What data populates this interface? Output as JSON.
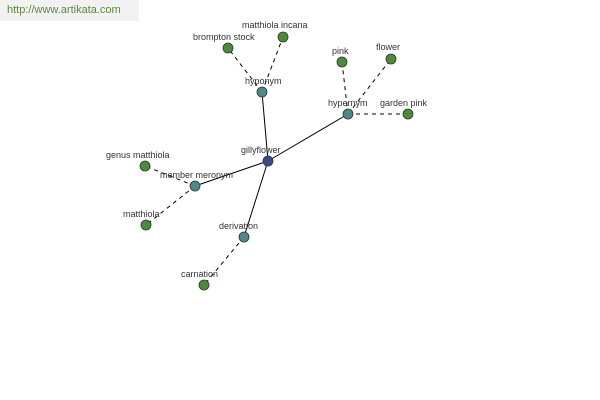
{
  "watermark": "http://www.artikata.com",
  "colors": {
    "center_node": "#3b4a8c",
    "relation_node": "#4d8a87",
    "leaf_node": "#4e8a3c",
    "edge": "#000000"
  },
  "nodes": [
    {
      "id": "gillyflower",
      "label": "gillyflower",
      "kind": "center"
    },
    {
      "id": "hyponym",
      "label": "hyponym",
      "kind": "relation"
    },
    {
      "id": "hypernym",
      "label": "hypernym",
      "kind": "relation"
    },
    {
      "id": "member_meronym",
      "label": "member meronym",
      "kind": "relation"
    },
    {
      "id": "derivation",
      "label": "derivation",
      "kind": "relation"
    },
    {
      "id": "brompton_stock",
      "label": "brompton stock",
      "kind": "leaf"
    },
    {
      "id": "matthiola_incana",
      "label": "matthiola incana",
      "kind": "leaf"
    },
    {
      "id": "pink",
      "label": "pink",
      "kind": "leaf"
    },
    {
      "id": "flower",
      "label": "flower",
      "kind": "leaf"
    },
    {
      "id": "garden_pink",
      "label": "garden pink",
      "kind": "leaf"
    },
    {
      "id": "genus_matthiola",
      "label": "genus matthiola",
      "kind": "leaf"
    },
    {
      "id": "matthiola",
      "label": "matthiola",
      "kind": "leaf"
    },
    {
      "id": "carnation",
      "label": "carnation",
      "kind": "leaf"
    }
  ],
  "edges": [
    {
      "from": "gillyflower",
      "to": "hyponym",
      "style": "solid"
    },
    {
      "from": "gillyflower",
      "to": "hypernym",
      "style": "solid"
    },
    {
      "from": "gillyflower",
      "to": "member_meronym",
      "style": "solid"
    },
    {
      "from": "gillyflower",
      "to": "derivation",
      "style": "solid"
    },
    {
      "from": "hyponym",
      "to": "brompton_stock",
      "style": "dashed"
    },
    {
      "from": "hyponym",
      "to": "matthiola_incana",
      "style": "dashed"
    },
    {
      "from": "hypernym",
      "to": "pink",
      "style": "dashed"
    },
    {
      "from": "hypernym",
      "to": "flower",
      "style": "dashed"
    },
    {
      "from": "hypernym",
      "to": "garden_pink",
      "style": "dashed"
    },
    {
      "from": "member_meronym",
      "to": "genus_matthiola",
      "style": "dashed"
    },
    {
      "from": "member_meronym",
      "to": "matthiola",
      "style": "dashed"
    },
    {
      "from": "derivation",
      "to": "carnation",
      "style": "dashed"
    }
  ]
}
